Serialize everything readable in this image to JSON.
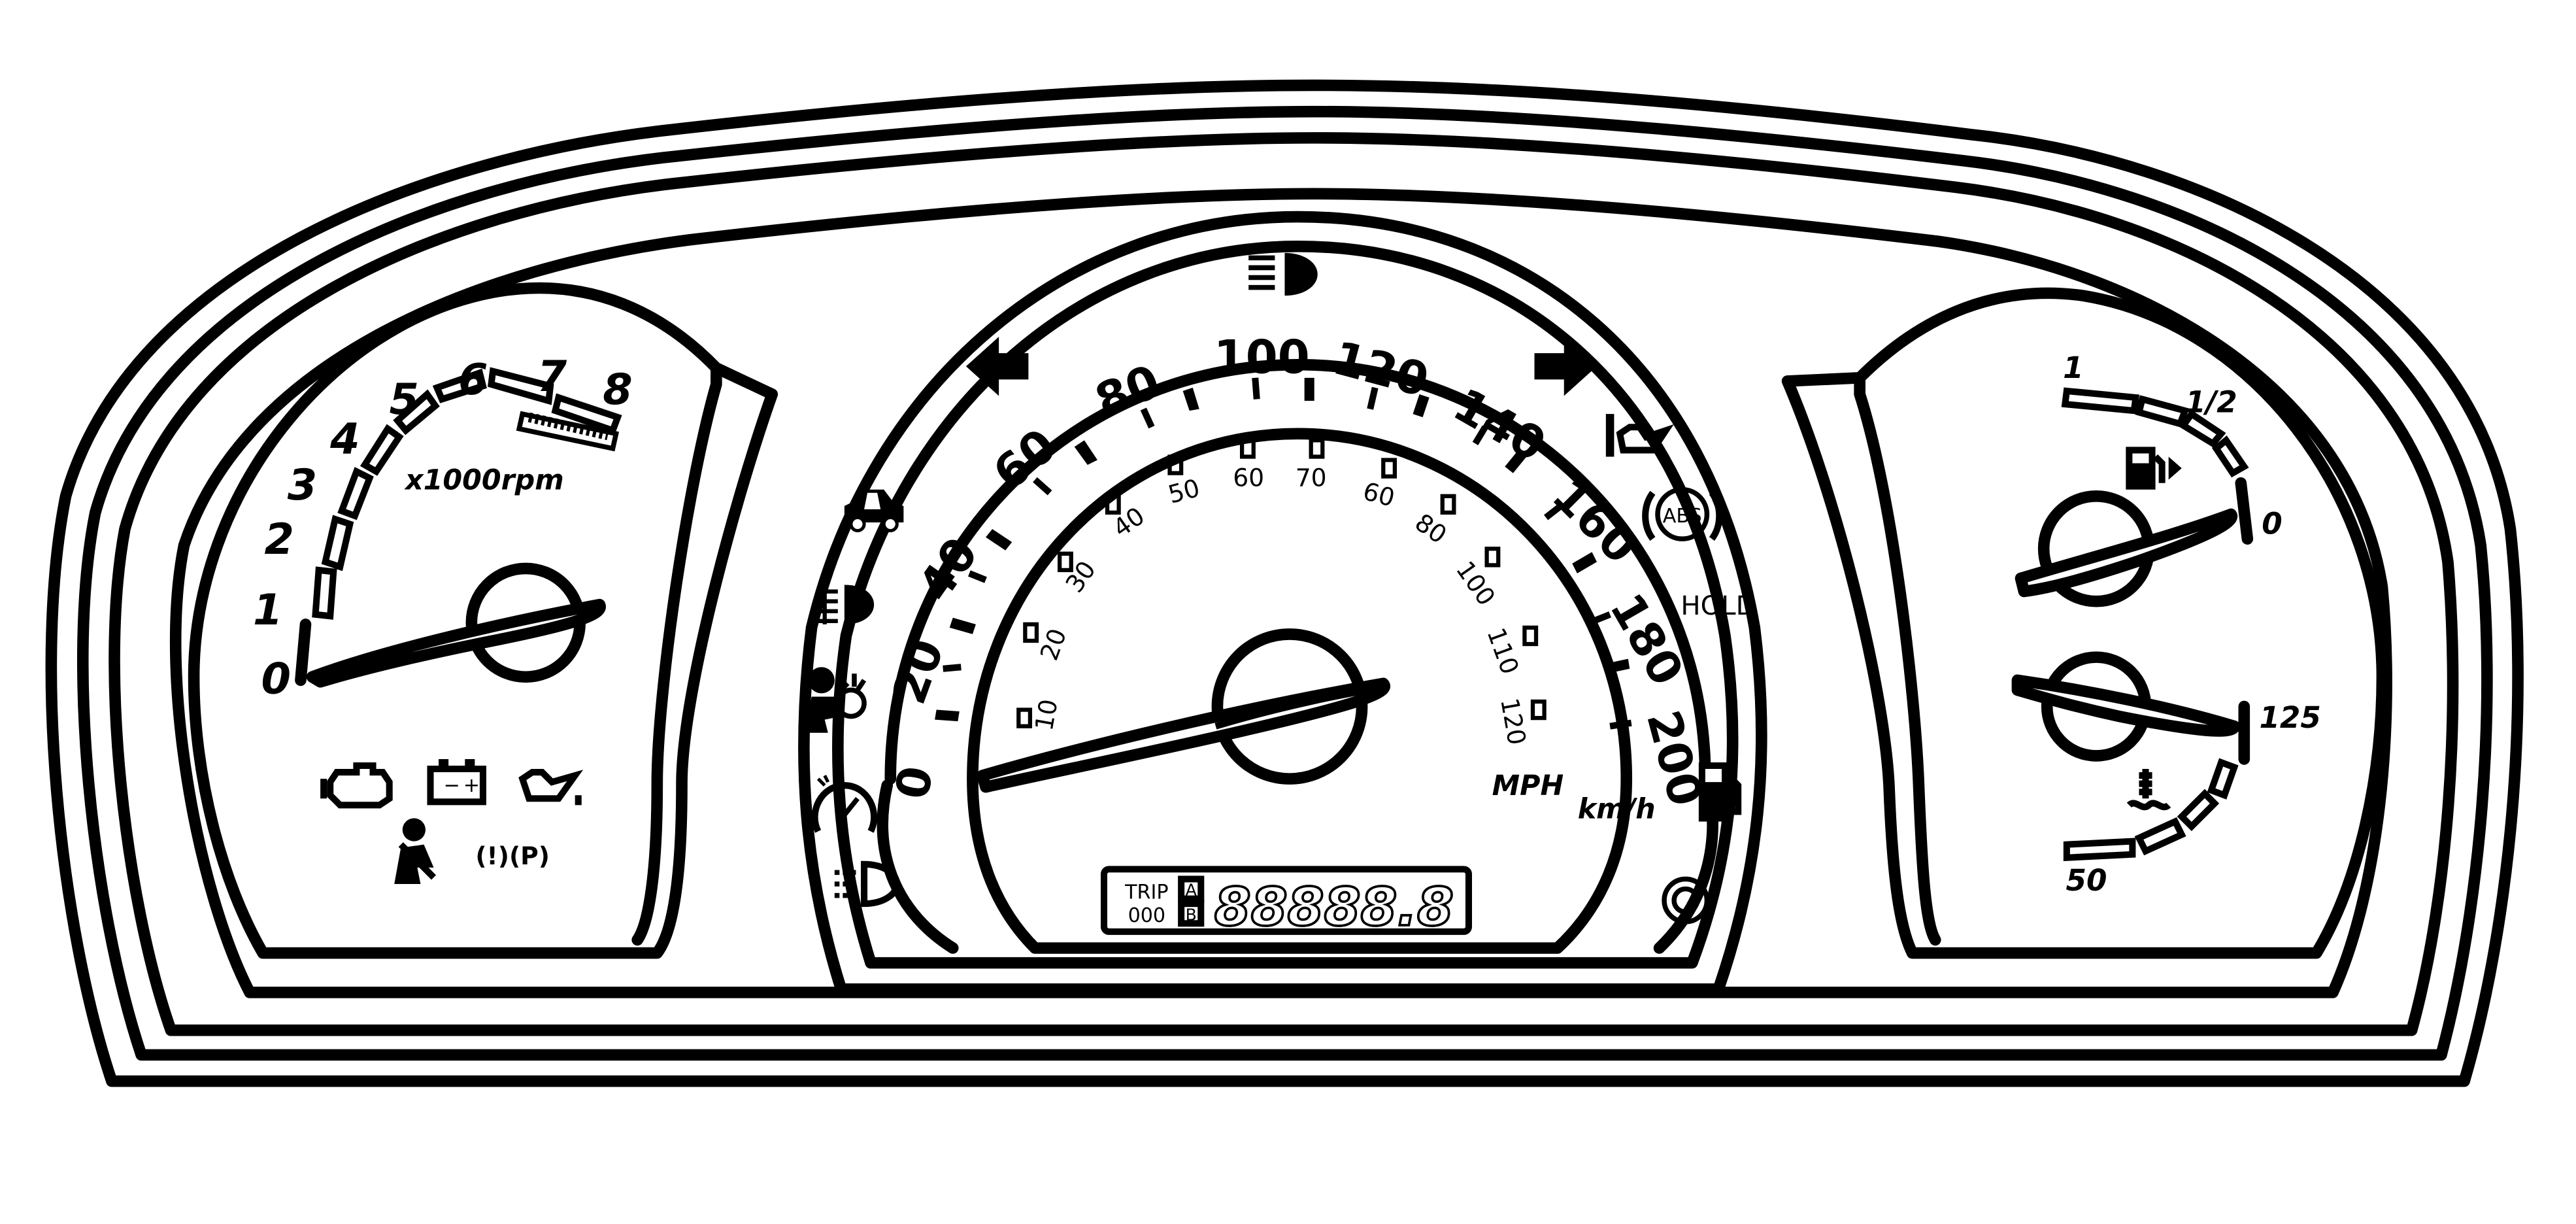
{
  "tachometer": {
    "labels": [
      "0",
      "1",
      "2",
      "3",
      "4",
      "5",
      "6",
      "7",
      "8"
    ],
    "unit": "x1000rpm",
    "reading": 0
  },
  "speedometer": {
    "outer_labels": [
      "0",
      "20",
      "40",
      "60",
      "80",
      "100",
      "120",
      "140",
      "160",
      "180",
      "200"
    ],
    "inner_labels": [
      "10",
      "20",
      "30",
      "40",
      "50",
      "60",
      "70",
      "60",
      "80",
      "100",
      "110",
      "120"
    ],
    "outer_unit": "km/h",
    "inner_unit": "MPH",
    "reading": 0
  },
  "fuel_gauge": {
    "labels": {
      "full": "1",
      "half": "1/2",
      "empty": "0"
    },
    "reading": 0
  },
  "temp_gauge": {
    "labels": {
      "low": "50",
      "high": "125"
    },
    "reading": 125
  },
  "odometer": {
    "trip_label": "TRIP",
    "trip_value": "000",
    "trip_a": "A",
    "trip_b": "B",
    "display": "88888.8"
  },
  "indicators": {
    "hold_label": "HOLD",
    "abs_label": "ABS",
    "brake_label": "(!)(P)",
    "battery_minus": "−",
    "battery_plus": "+",
    "icons": [
      "check-engine-icon",
      "battery-icon",
      "oil-pressure-icon",
      "seatbelt-icon",
      "brake-icon",
      "left-turn-icon",
      "right-turn-icon",
      "high-beam-icon",
      "door-ajar-icon",
      "front-fog-icon",
      "airbag-icon",
      "cruise-icon",
      "rear-fog-icon",
      "service-icon",
      "abs-icon",
      "fuel-warning-icon",
      "low-fuel-icon",
      "coolant-temp-icon",
      "trip-reset-button-icon"
    ]
  }
}
